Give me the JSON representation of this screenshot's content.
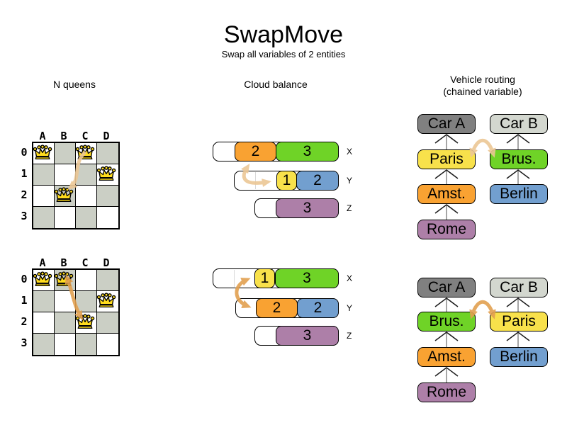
{
  "title": "SwapMove",
  "subtitle": "Swap all variables of 2 entities",
  "colors": {
    "orange": "#f9a232",
    "green": "#6fd327",
    "yellow": "#f8e14b",
    "blue": "#729fcf",
    "purple": "#ad7fa8",
    "car-a-gray": "#808080",
    "car-b-gray": "#d3d7cf",
    "board-gray": "#cbcfc5",
    "crown-yellow": "#ffdc1e",
    "arrow-before": "#ecc795",
    "arrow-after": "#e2a050",
    "connector-gray": "#888888"
  },
  "nqueens": {
    "heading": "N queens",
    "columns": [
      "A",
      "B",
      "C",
      "D"
    ],
    "rows": [
      "0",
      "1",
      "2",
      "3"
    ],
    "before": {
      "queens": [
        "A0",
        "C0",
        "D1",
        "B2"
      ]
    },
    "after": {
      "queens": [
        "A0",
        "B0",
        "D1",
        "C2"
      ]
    }
  },
  "cloud": {
    "heading": "Cloud balance",
    "before": {
      "computers": [
        {
          "label": "X",
          "processes": [
            {
              "value": "2",
              "color": "orange"
            },
            {
              "value": "3",
              "color": "green"
            }
          ]
        },
        {
          "label": "Y",
          "processes": [
            {
              "value": "1",
              "color": "yellow"
            },
            {
              "value": "2",
              "color": "blue"
            }
          ]
        },
        {
          "label": "Z",
          "processes": [
            {
              "value": "3",
              "color": "purple"
            }
          ]
        }
      ]
    },
    "after": {
      "computers": [
        {
          "label": "X",
          "processes": [
            {
              "value": "1",
              "color": "yellow"
            },
            {
              "value": "3",
              "color": "green"
            }
          ]
        },
        {
          "label": "Y",
          "processes": [
            {
              "value": "2",
              "color": "orange"
            },
            {
              "value": "2",
              "color": "blue"
            }
          ]
        },
        {
          "label": "Z",
          "processes": [
            {
              "value": "3",
              "color": "purple"
            }
          ]
        }
      ]
    }
  },
  "vehicle": {
    "heading": "Vehicle routing",
    "subheading": "(chained variable)",
    "before": {
      "chain_a": [
        "Car A",
        "Paris",
        "Amst.",
        "Rome"
      ],
      "chain_b": [
        "Car B",
        "Brus.",
        "Berlin"
      ]
    },
    "after": {
      "chain_a": [
        "Car A",
        "Brus.",
        "Amst.",
        "Rome"
      ],
      "chain_b": [
        "Car B",
        "Paris",
        "Berlin"
      ]
    }
  }
}
